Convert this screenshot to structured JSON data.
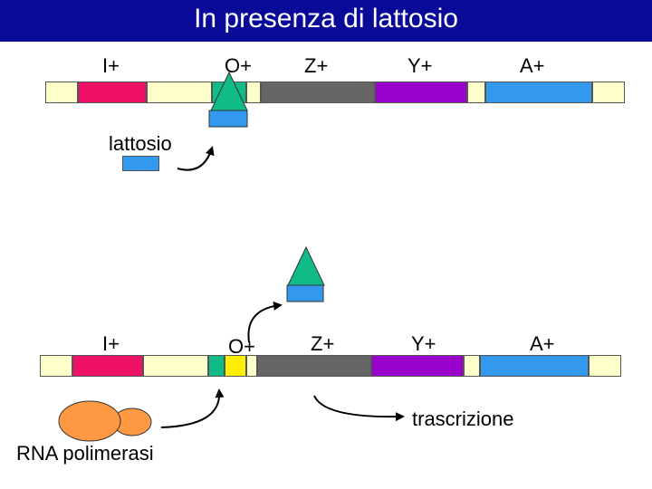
{
  "title": "In presenza di lattosio",
  "top_operon": {
    "genes": {
      "I": "I+",
      "O": "O+",
      "Z": "Z+",
      "Y": "Y+",
      "A": "A+"
    }
  },
  "bottom_operon": {
    "genes": {
      "I": "I+",
      "O": "O+",
      "Z": "Z+",
      "Y": "Y+",
      "A": "A+"
    }
  },
  "labels": {
    "lactose": "lattosio",
    "transcription": "trascrizione",
    "rna_polymerase": "RNA polimerasi"
  },
  "colors": {
    "title_bg": "#0a0a99",
    "spacer": "#ffffcc",
    "gene_i": "#ee1166",
    "operator": "#11bb88",
    "promoter": "#ffee00",
    "gene_z": "#666666",
    "gene_y": "#9900cc",
    "gene_a": "#3399ee",
    "repressor_head": "#11bb88",
    "repressor_base": "#3399ee",
    "polymerase": "#ff9944"
  },
  "icons": [
    "curved-arrow-icon",
    "repressor-icon",
    "rna-polymerase-icon"
  ]
}
